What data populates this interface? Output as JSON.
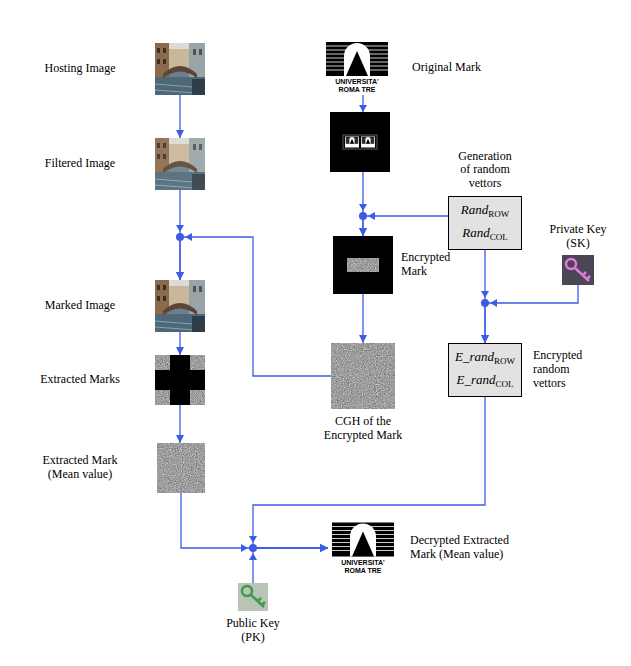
{
  "diagram": {
    "nodes": [
      {
        "text": [
          "Hosting Image"
        ]
      },
      {
        "text": [
          "Original Mark"
        ]
      },
      {
        "text": [
          "Filtered Image"
        ]
      },
      {
        "text": [
          "Generation of random vettors",
          "Rand",
          "ROW",
          "Rand",
          "COL"
        ]
      },
      {
        "text": [
          "Encrypted Mark"
        ]
      },
      {
        "text": [
          "Private Key (SK)"
        ]
      },
      {
        "text": [
          "Marked Image"
        ]
      },
      {
        "text": [
          "E_rand",
          "ROW",
          "E_rand",
          "COL",
          "Encrypted random vettors"
        ]
      },
      {
        "text": [
          "CGH of the Encrypted Mark"
        ]
      },
      {
        "text": [
          "Extracted Marks"
        ]
      },
      {
        "text": [
          "Extracted Mark (Mean value)"
        ]
      },
      {
        "text": [
          "Decrypted Extracted Mark (Mean value)"
        ]
      },
      {
        "text": [
          "Public Key (PK)"
        ]
      }
    ],
    "edges": [
      {
        "from": 0,
        "to": 2,
        "arrow": "to"
      },
      {
        "from": 1,
        "to": 4,
        "arrow": "to"
      },
      {
        "from": 2,
        "to": 6,
        "arrow": "to"
      },
      {
        "from": 3,
        "to": 4,
        "arrow": "to"
      },
      {
        "from": 3,
        "to": 7,
        "arrow": "to"
      },
      {
        "from": 5,
        "to": 7,
        "arrow": "to"
      },
      {
        "from": 4,
        "to": 8,
        "arrow": "to"
      },
      {
        "from": 8,
        "to": 6,
        "arrow": "to"
      },
      {
        "from": 6,
        "to": 9,
        "arrow": "to"
      },
      {
        "from": 9,
        "to": 10,
        "arrow": "to"
      },
      {
        "from": 10,
        "to": 11,
        "arrow": "to"
      },
      {
        "from": 7,
        "to": 11,
        "arrow": "to"
      },
      {
        "from": 12,
        "to": 11,
        "arrow": "to"
      }
    ],
    "labels": [
      "UNIVERSITA'",
      "ROMA TRE",
      "UNIVERSITA'",
      "ROMA TRE"
    ]
  }
}
